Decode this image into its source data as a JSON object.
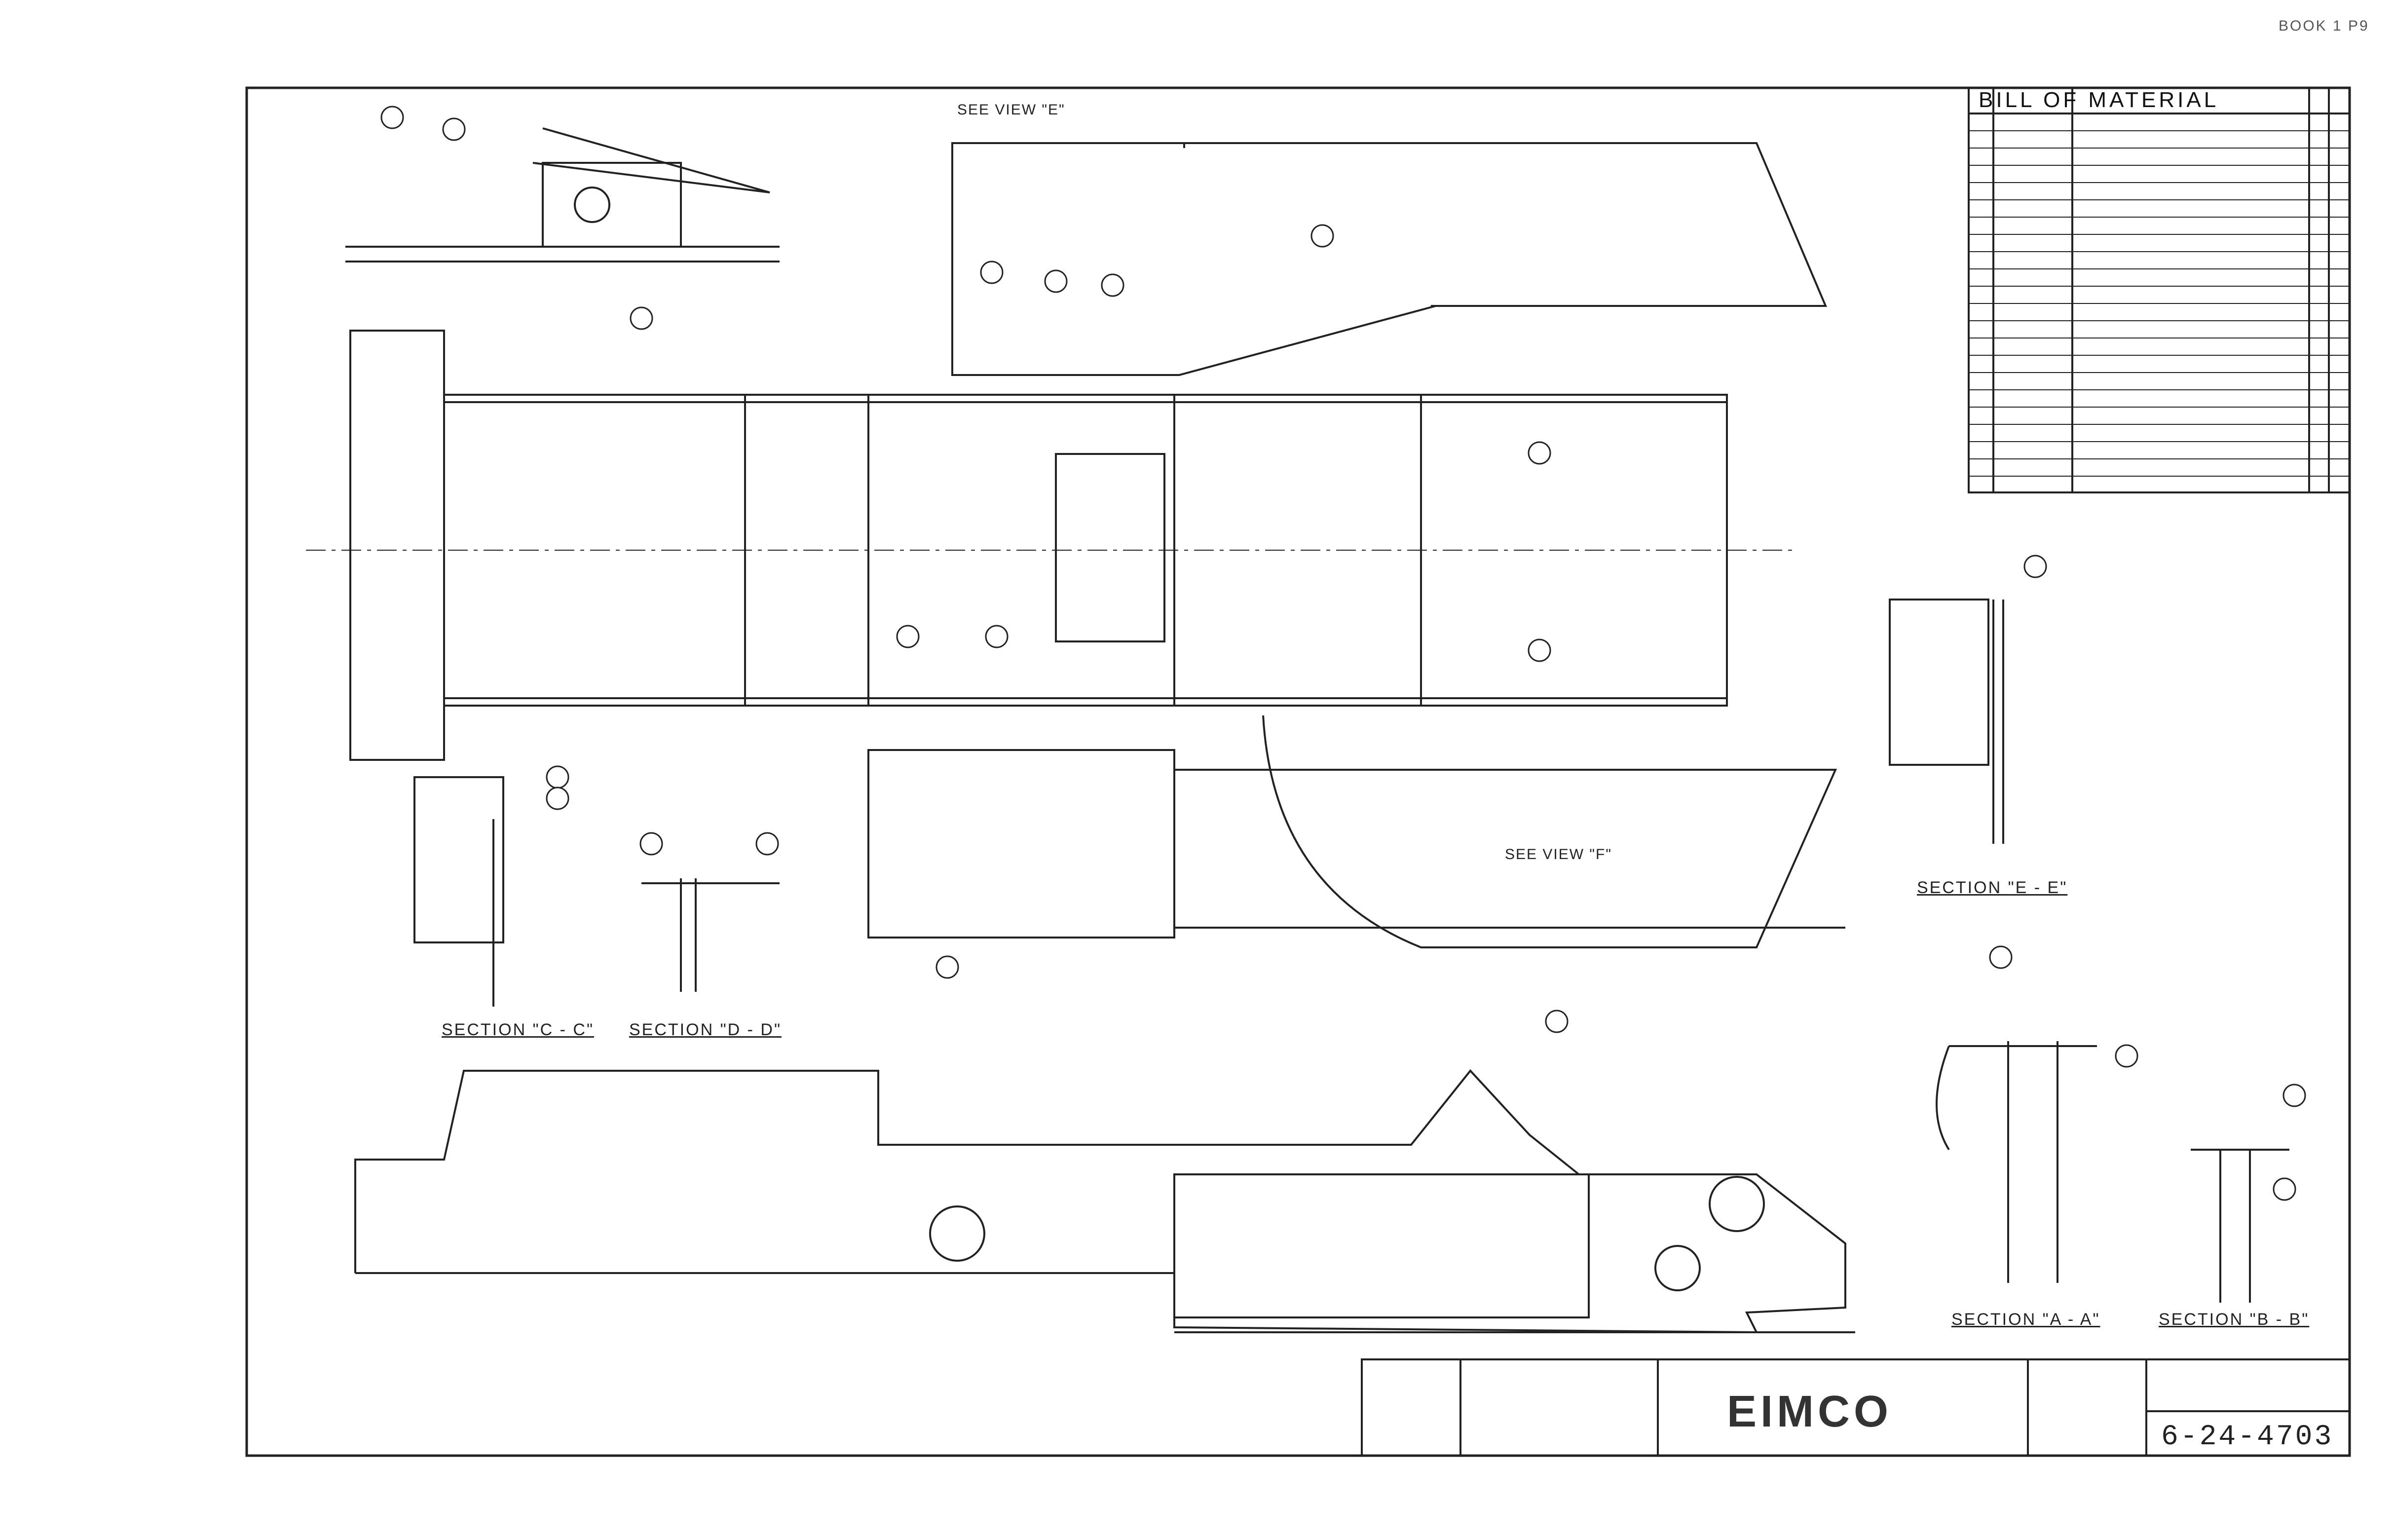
{
  "sheet": {
    "book_ref": "BOOK 1 P9",
    "bom_title": "BILL OF MATERIAL",
    "brand": "EIMCO",
    "drawing_number": "6-24-4703"
  },
  "views": {
    "view_ref_e": "SEE VIEW \"E\"",
    "view_ref_f": "SEE VIEW \"F\"",
    "section_cc": "SECTION \"C - C\"",
    "section_dd": "SECTION \"D - D\"",
    "section_ee": "SECTION \"E - E\"",
    "section_aa": "SECTION \"A - A\"",
    "section_bb": "SECTION \"B - B\""
  },
  "colors": {
    "line": "#222222",
    "background": "#ffffff"
  },
  "icons": [
    "balloon-callout-icon",
    "hatched-section-icon"
  ]
}
